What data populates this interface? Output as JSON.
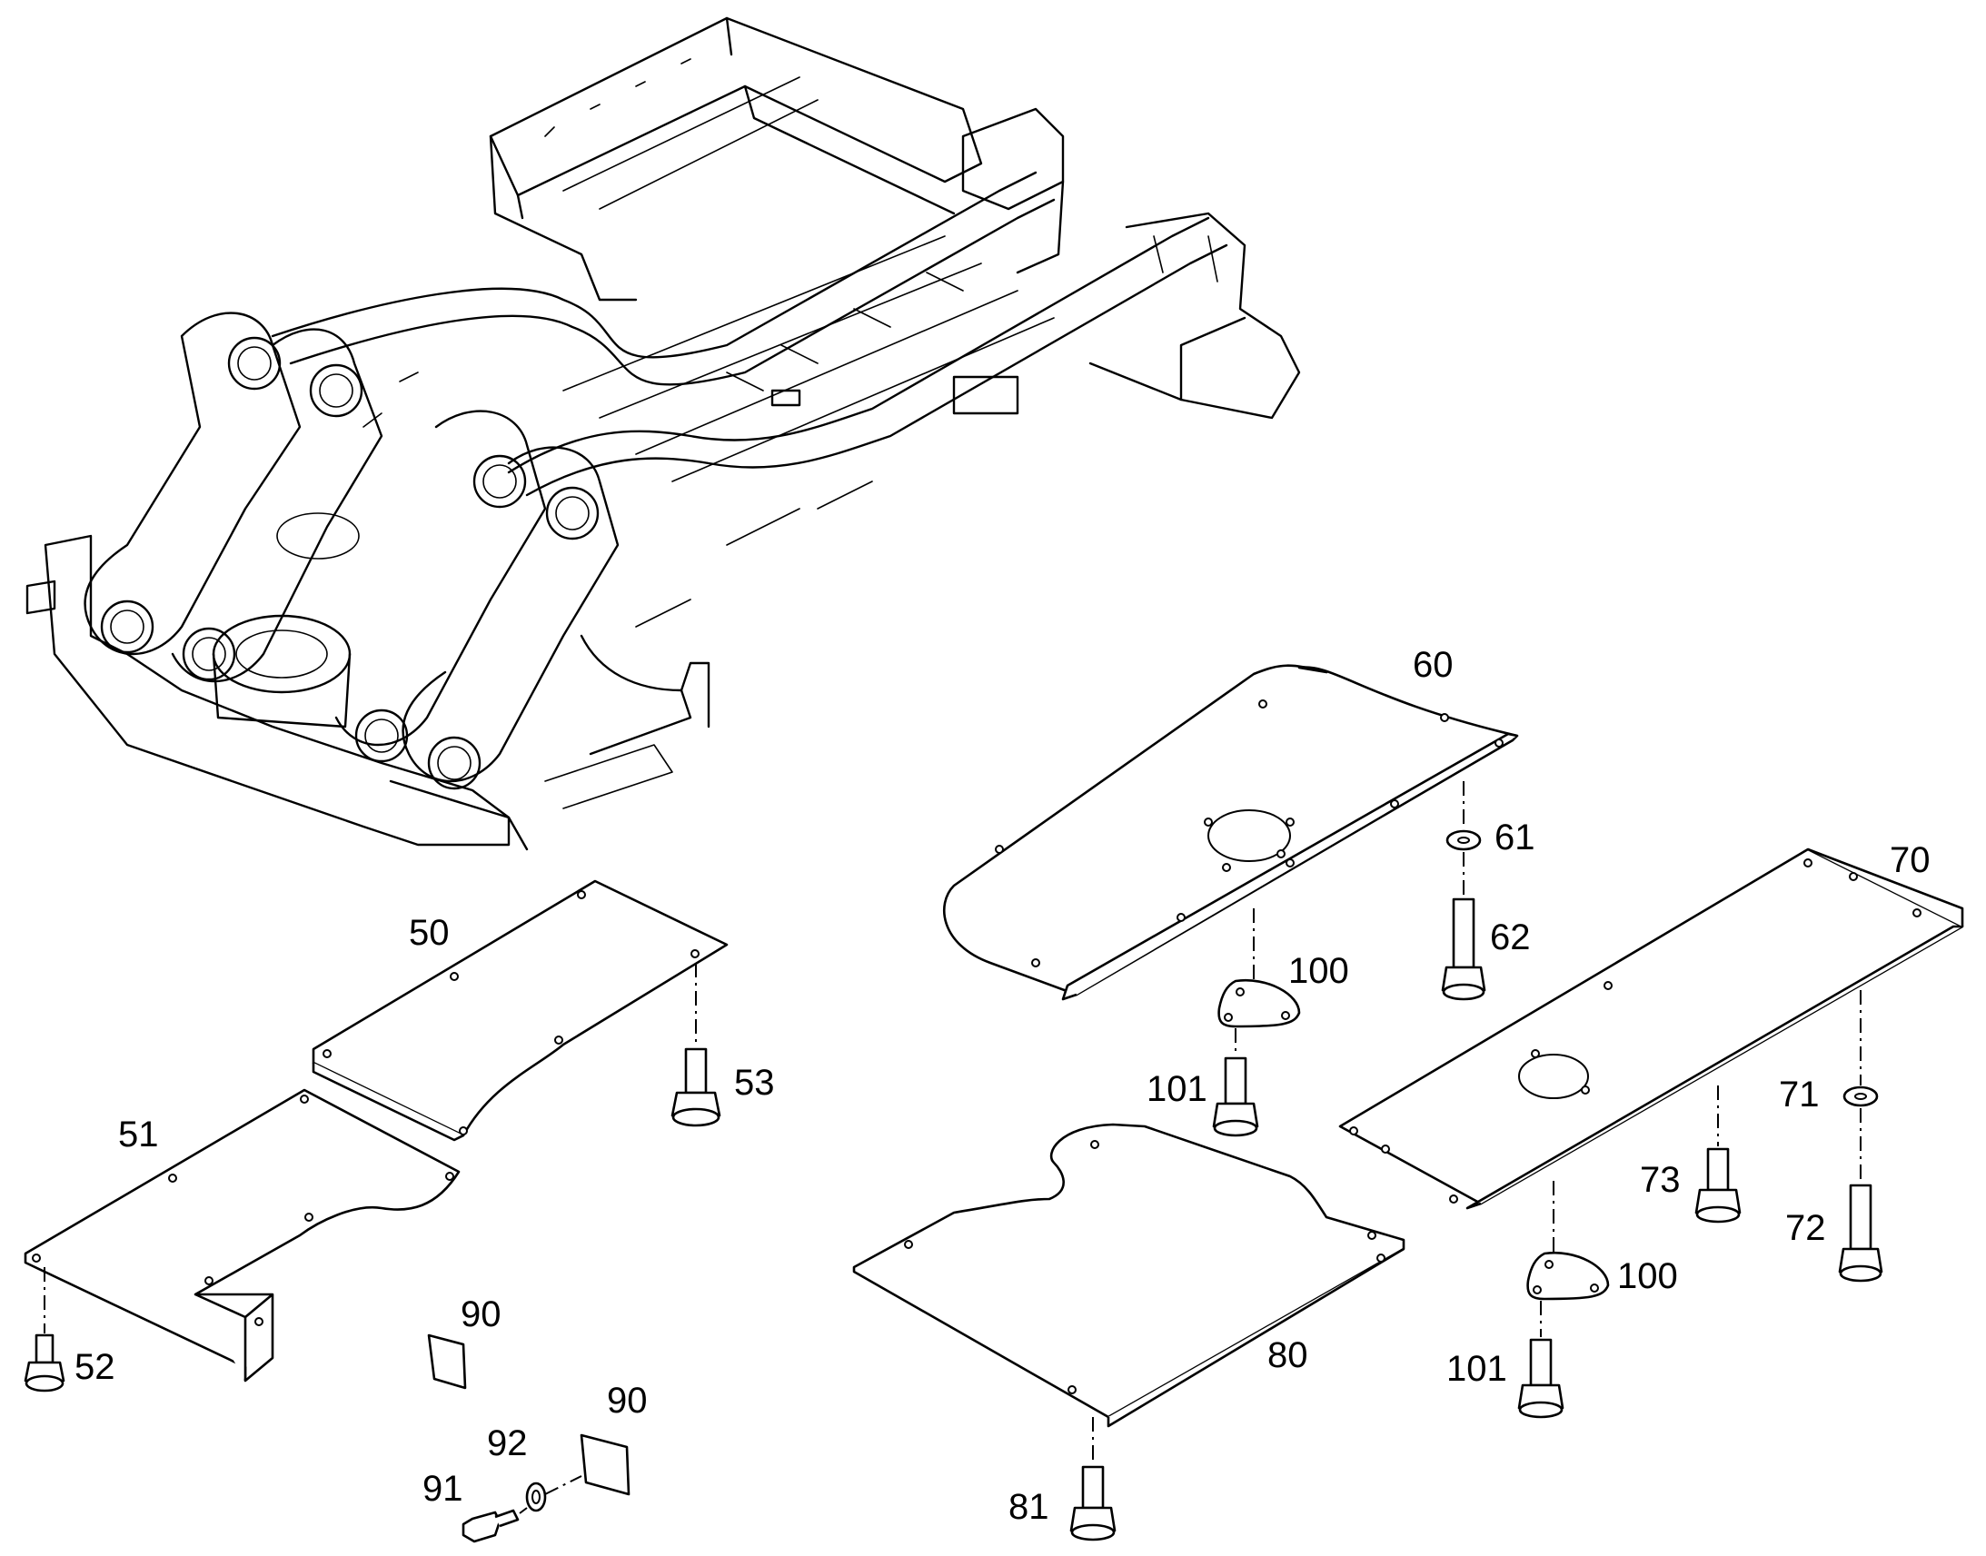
{
  "labels": {
    "p50": "50",
    "p51": "51",
    "p52": "52",
    "p53": "53",
    "p60": "60",
    "p61": "61",
    "p62": "62",
    "p70": "70",
    "p71": "71",
    "p72": "72",
    "p73": "73",
    "p80": "80",
    "p81": "81",
    "p90a": "90",
    "p90b": "90",
    "p91": "91",
    "p92": "92",
    "p100a": "100",
    "p100b": "100",
    "p101a": "101",
    "p101b": "101"
  }
}
